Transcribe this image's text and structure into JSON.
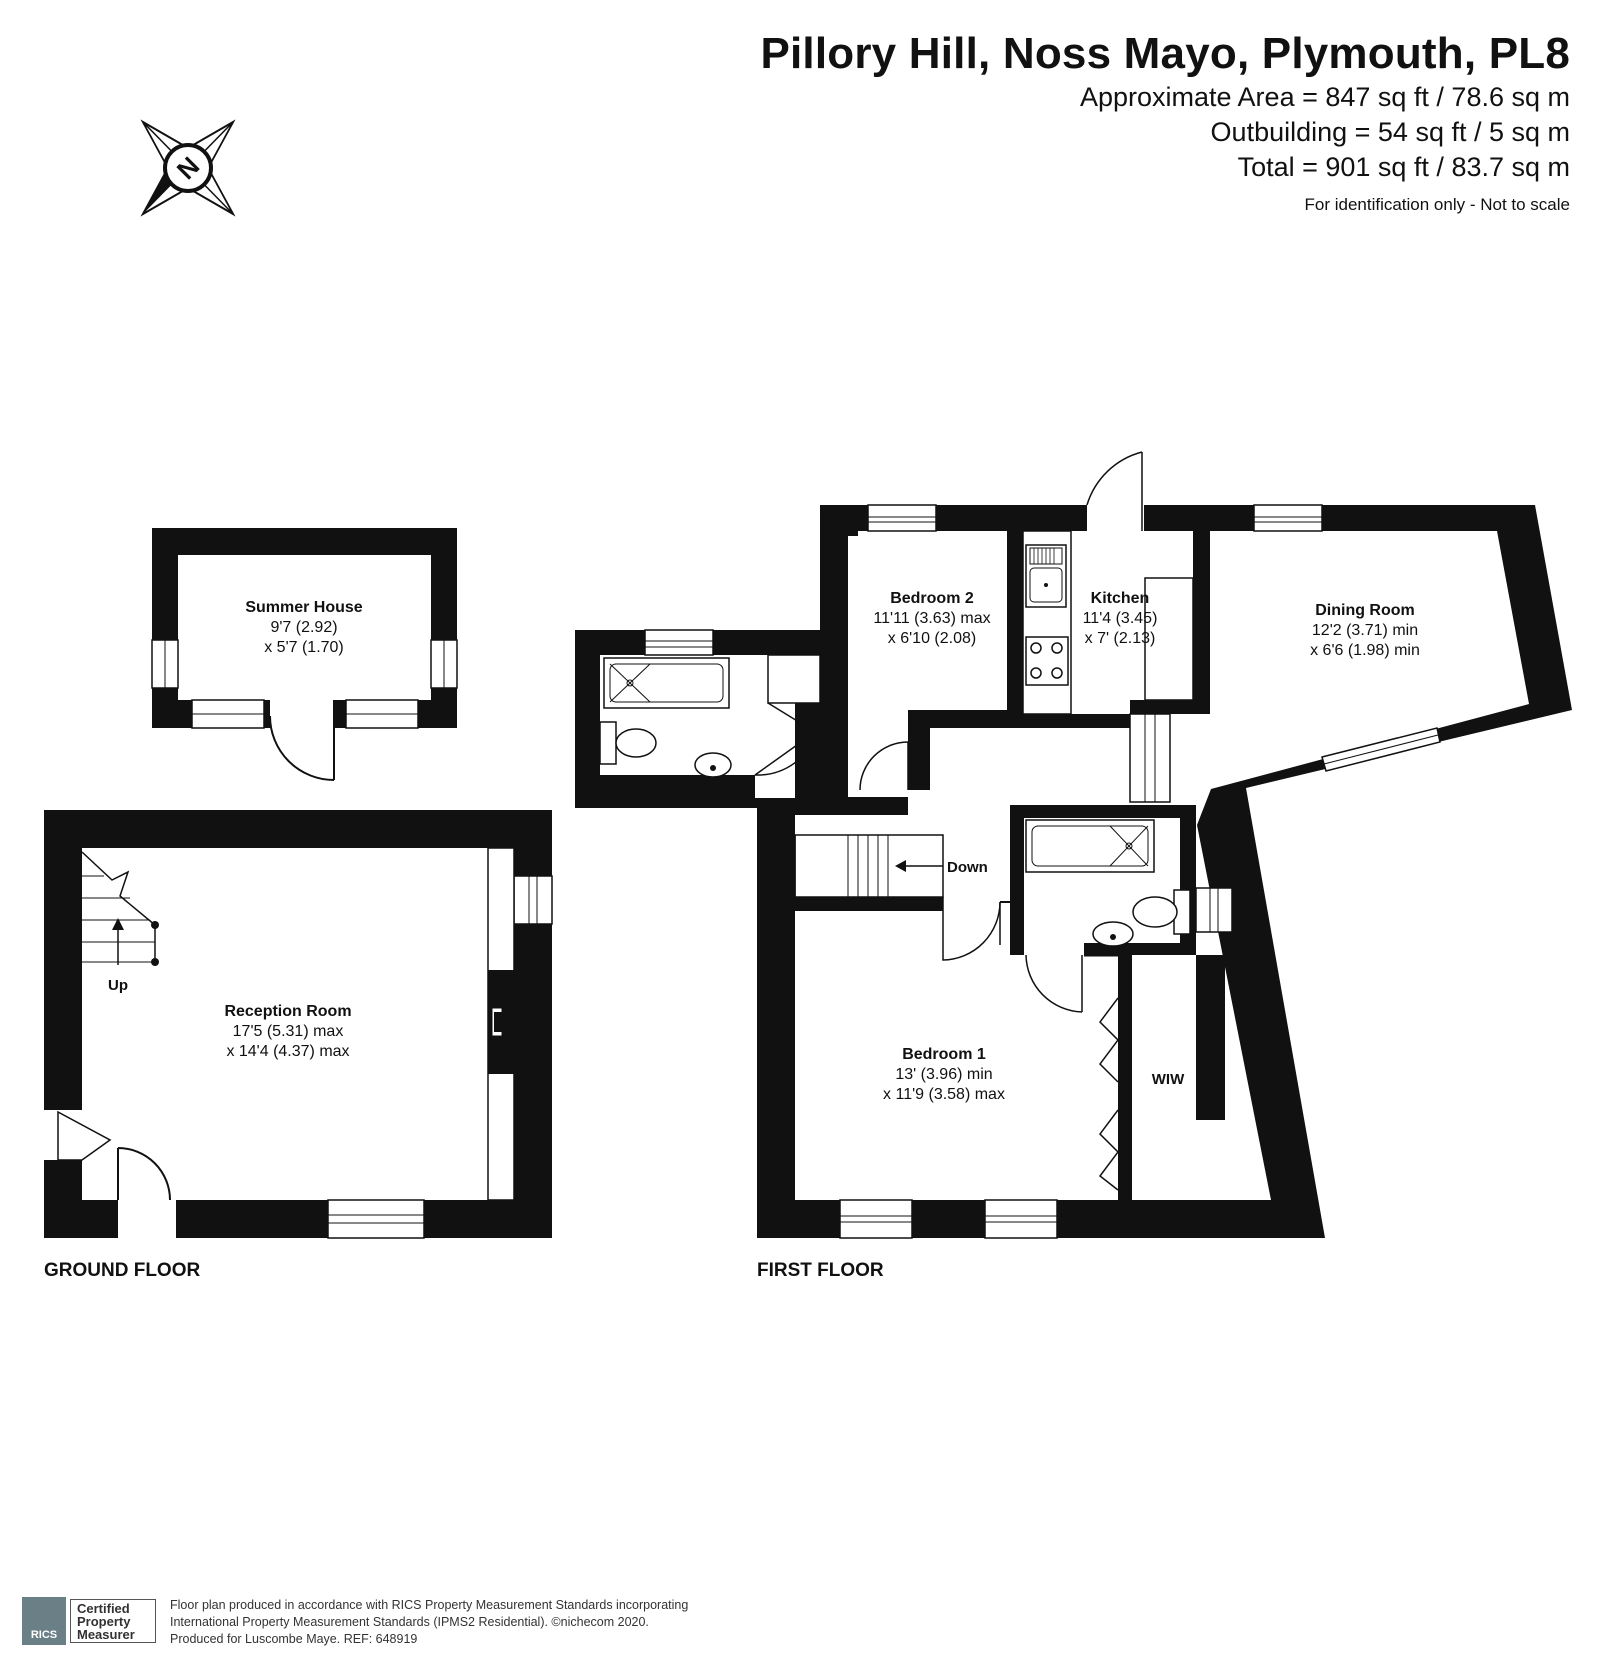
{
  "header": {
    "title": "Pillory Hill, Noss Mayo, Plymouth, PL8",
    "area_lines": [
      "Approximate Area = 847 sq ft / 78.6 sq m",
      "Outbuilding = 54 sq ft / 5 sq m",
      "Total = 901 sq ft / 83.7 sq m"
    ],
    "note": "For identification only - Not to scale"
  },
  "compass": {
    "letter": "N",
    "icon": "compass-rose-icon"
  },
  "floors": [
    {
      "label": "GROUND FLOOR",
      "rooms": [
        {
          "name": "Summer House",
          "dims": [
            "9'7 (2.92)",
            "x 5'7 (1.70)"
          ]
        },
        {
          "name": "Reception Room",
          "dims": [
            "17'5 (5.31) max",
            "x 14'4 (4.37) max"
          ]
        }
      ],
      "labels": {
        "stairs": "Up"
      }
    },
    {
      "label": "FIRST FLOOR",
      "rooms": [
        {
          "name": "Bedroom 2",
          "dims": [
            "11'11 (3.63) max",
            "x 6'10 (2.08)"
          ]
        },
        {
          "name": "Kitchen",
          "dims": [
            "11'4 (3.45)",
            "x 7' (2.13)"
          ]
        },
        {
          "name": "Dining Room",
          "dims": [
            "12'2 (3.71) min",
            "x 6'6 (1.98) min"
          ]
        },
        {
          "name": "Bedroom 1",
          "dims": [
            "13' (3.96) min",
            "x 11'9 (3.58) max"
          ]
        }
      ],
      "labels": {
        "stairs": "Down",
        "wardrobe": "WIW"
      }
    }
  ],
  "footer": {
    "logo_text": "RICS",
    "badge_lines": [
      "Certified",
      "Property",
      "Measurer"
    ],
    "text_lines": [
      "Floor plan produced in accordance with RICS Property Measurement Standards incorporating",
      "International Property Measurement Standards (IPMS2 Residential).  ©nichecom 2020.",
      "Produced for Luscombe Maye.  REF:  648919"
    ]
  }
}
